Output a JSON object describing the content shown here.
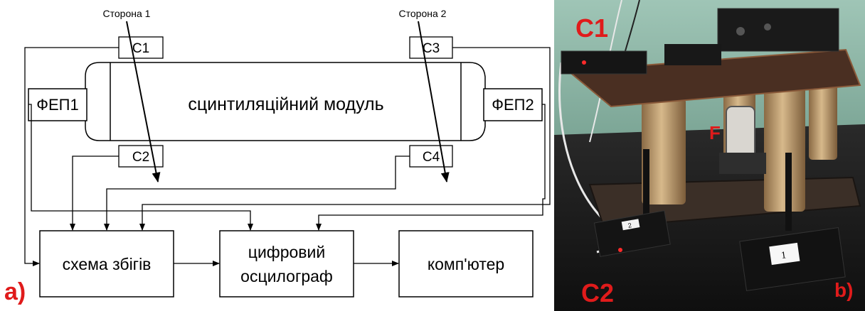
{
  "panel_a": {
    "panel_label": "a)",
    "side_1_label": "Сторона 1",
    "side_2_label": "Сторона 2",
    "scintillation_module_label": "сцинтиляційний модуль",
    "pmt_1_label": "ФЕП1",
    "pmt_2_label": "ФЕП2",
    "counter_c1": "C1",
    "counter_c2": "C2",
    "counter_c3": "C3",
    "counter_c4": "C4",
    "coincidence_box_label": "схема збігів",
    "oscilloscope_line1": "цифровий",
    "oscilloscope_line2": "осцилограф",
    "computer_box_label": "комп'ютер"
  },
  "panel_b": {
    "panel_label": "b)",
    "c1_label": "C1",
    "c2_label": "C2",
    "f_label": "F",
    "box_tag_1": "1",
    "box_tag_2": "2"
  },
  "colors": {
    "annotation_red": "#e01b1b",
    "line_black": "#000000"
  }
}
